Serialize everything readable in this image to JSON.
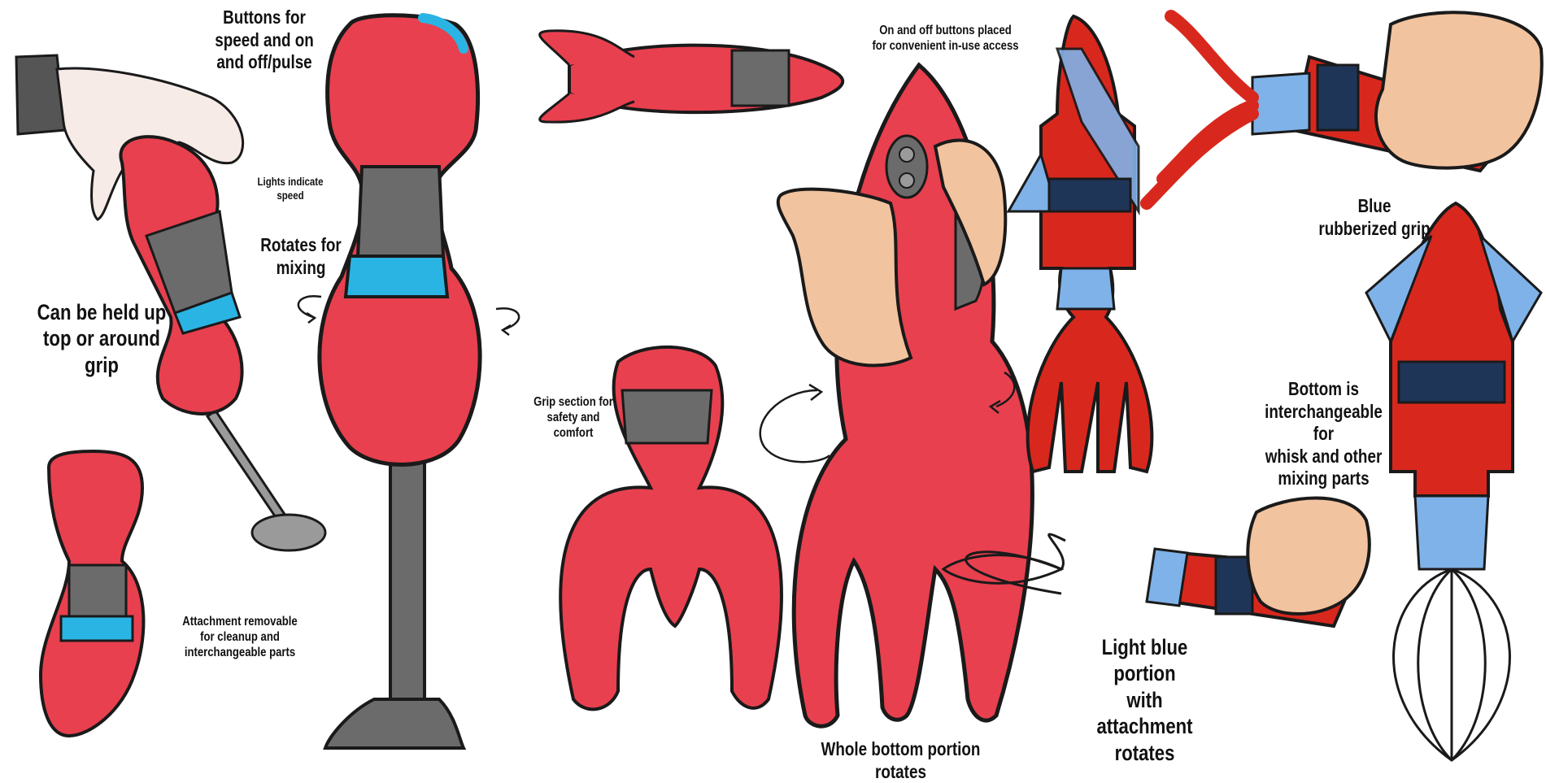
{
  "colors": {
    "red": "#e8404f",
    "red_dark": "#c52b3d",
    "squid_red": "#d8281e",
    "grey": "#6b6b6b",
    "cyan": "#2ab4e4",
    "light_blue": "#7fb2e8",
    "navy": "#1f3558",
    "skin": "#f2c39f",
    "outline": "#1a1a1a"
  },
  "labels": {
    "buttons_speed": "Buttons for\nspeed and on\nand off/pulse",
    "lights_speed": "Lights indicate\nspeed",
    "rotates_mixing": "Rotates for\nmixing",
    "held_up": "Can be held up\ntop or around grip",
    "attachment_removable": "Attachment removable\nfor cleanup and\ninterchangeable parts",
    "onoff_buttons": "On and off buttons placed\nfor convenient in-use access",
    "grip_section": "Grip section for\nsafety and comfort",
    "whole_bottom": "Whole bottom portion rotates",
    "blue_grip": "Blue\nrubberized grip",
    "bottom_interchangeable": "Bottom is\ninterchangeable for\nwhisk and other\nmixing parts",
    "light_blue_portion": "Light blue portion\nwith attachment\nrotates"
  },
  "icons": [
    "hand",
    "rotation-arrow",
    "blender",
    "rocket",
    "squid",
    "whisk"
  ]
}
